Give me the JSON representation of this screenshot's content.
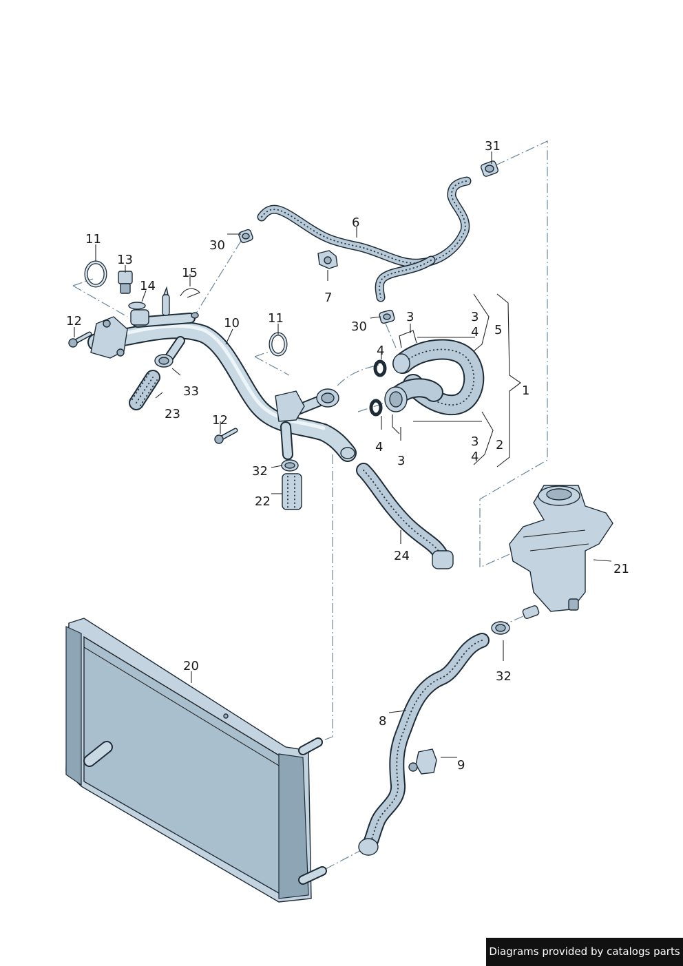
{
  "callouts": {
    "c1": "1",
    "c2": "2",
    "c3a": "3",
    "c3b": "3",
    "c3c": "3",
    "c3d": "3",
    "c4a": "4",
    "c4b": "4",
    "c4c": "4",
    "c4d": "4",
    "c5": "5",
    "c6": "6",
    "c7": "7",
    "c8": "8",
    "c9": "9",
    "c10": "10",
    "c11a": "11",
    "c11b": "11",
    "c12a": "12",
    "c12b": "12",
    "c13": "13",
    "c14": "14",
    "c15": "15",
    "c20": "20",
    "c21": "21",
    "c22": "22",
    "c23": "23",
    "c24": "24",
    "c30a": "30",
    "c30b": "30",
    "c31": "31",
    "c32a": "32",
    "c32b": "32",
    "c33": "33"
  },
  "footer": {
    "text": "Diagrams provided by catalogs parts"
  },
  "colors": {
    "part_fill": "#c3d4e0",
    "outline": "#1d2b36",
    "dash_line": "#6b8799",
    "footer_bg": "#111111"
  }
}
